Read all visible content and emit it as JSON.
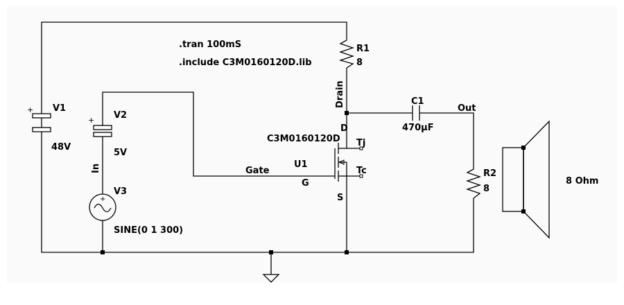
{
  "directives": {
    "tran": ".tran 100mS",
    "include": ".include C3M0160120D.lib"
  },
  "components": {
    "v1": {
      "name": "V1",
      "value": "48V"
    },
    "v2": {
      "name": "V2",
      "value": "5V"
    },
    "v3": {
      "name": "V3",
      "value": "SINE(0 1 300)"
    },
    "r1": {
      "name": "R1",
      "value": "8"
    },
    "r2": {
      "name": "R2",
      "value": "8"
    },
    "c1": {
      "name": "C1",
      "value": "470µF"
    },
    "u1": {
      "name": "U1",
      "model": "C3M0160120D",
      "pin_d": "D",
      "pin_g": "G",
      "pin_s": "S",
      "pin_tj": "Tj",
      "pin_tc": "Tc"
    },
    "speaker": {
      "value": "8 Ohm"
    }
  },
  "nets": {
    "drain": "Drain",
    "out": "Out",
    "gate": "Gate",
    "in": "In"
  },
  "colors": {
    "wire": "#000000",
    "background": "#ffffff",
    "sheet": "#fafafa"
  }
}
